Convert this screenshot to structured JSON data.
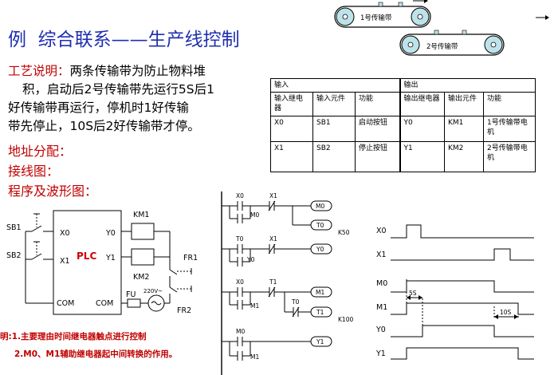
{
  "title": {
    "prefix": "例",
    "main": "综合联系——生产线控制"
  },
  "description": {
    "label": "工艺说明：",
    "line1": "两条传输带为防止物料堆",
    "line2": "积，启动后2号传输带先运行5S后1",
    "line3": "好传输带再运行，停机时1好传输",
    "line4": "带先停止，10S后2好传输带才停。"
  },
  "sections": {
    "address": "地址分配：",
    "wiring": "接线图：",
    "program": "程序及波形图："
  },
  "conveyor": {
    "belt1": "1号传输带",
    "belt2": "2号传输带"
  },
  "io_table": {
    "input_header": "输入",
    "output_header": "输出",
    "columns": [
      "输入继电器",
      "输入元件",
      "功能",
      "输出继电器",
      "输出元件",
      "功能"
    ],
    "rows": [
      [
        "X0",
        "SB1",
        "启动按钮",
        "Y0",
        "KM1",
        "1号传输带电机"
      ],
      [
        "X1",
        "SB2",
        "停止按钮",
        "Y1",
        "KM2",
        "2号传输带电机"
      ]
    ]
  },
  "wiring": {
    "sb1": "SB1",
    "sb2": "SB2",
    "x0": "X0",
    "x1": "X1",
    "plc": "PLC",
    "y0": "Y0",
    "y1": "Y1",
    "com_left": "COM",
    "com_right": "COM",
    "km1": "KM1",
    "km2": "KM2",
    "fr1": "FR1",
    "fr2": "FR2",
    "fu": "FU",
    "voltage": "220V~"
  },
  "ladder": {
    "r1_a": "X0",
    "r1_b": "X1",
    "r1_seal": "M0",
    "r1_coil1": "M0",
    "r1_coil2": "T0",
    "r1_k": "K50",
    "r2_a": "T0",
    "r2_b": "X1",
    "r2_seal": "Y0",
    "r2_coil": "Y0",
    "r3_a": "X0",
    "r3_b": "T1",
    "r3_seal": "M1",
    "r3_t0": "T0",
    "r3_coil1": "M1",
    "r3_coil2": "T1",
    "r3_k": "K100",
    "r4_a": "M0",
    "r4_seal": "M1",
    "r4_coil": "Y1"
  },
  "waveform": {
    "labels": [
      "X0",
      "X1",
      "M0",
      "M1",
      "Y0",
      "Y1"
    ],
    "delay1": "5S",
    "delay2": "10S"
  },
  "notes": {
    "line1": "明:1.主要理由时间继电器触点进行控制",
    "line2": "2.M0、M1辅助继电器起中间转换的作用。"
  }
}
